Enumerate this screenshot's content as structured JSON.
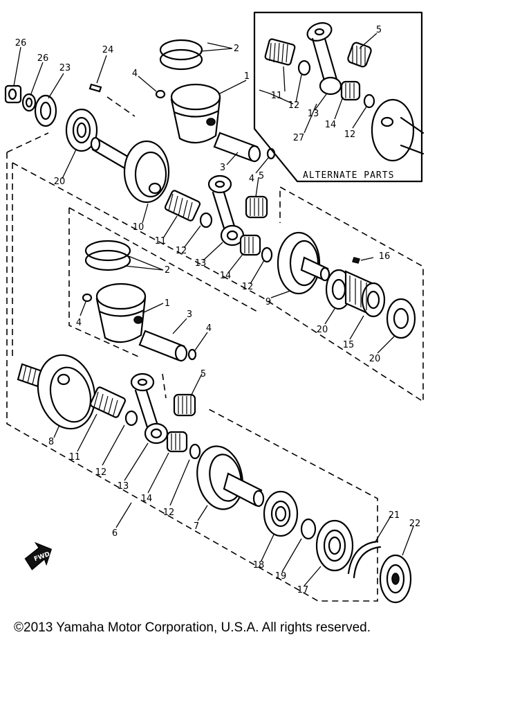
{
  "alternate_parts_label": "ALTERNATE PARTS",
  "fwd_label": "FWD",
  "copyright": "©2013 Yamaha Motor Corporation, U.S.A. All rights reserved.",
  "callouts": {
    "c26": "26",
    "c26b": "26",
    "c23": "23",
    "c24": "24",
    "c2a": "2",
    "c1a": "1",
    "c4a": "4",
    "c3a": "3",
    "c4b": "4",
    "c5a": "5",
    "c20a": "20",
    "c10": "10",
    "c11a": "11",
    "c12a": "12",
    "c13a": "13",
    "c14a": "14",
    "c12b": "12",
    "c9": "9",
    "c16": "16",
    "c20b": "20",
    "c15": "15",
    "c20c": "20",
    "c2b": "2",
    "c1b": "1",
    "c4c": "4",
    "c3b": "3",
    "c4d": "4",
    "c5b": "5",
    "c8": "8",
    "c11b": "11",
    "c12c": "12",
    "c13b": "13",
    "c14b": "14",
    "c12d": "12",
    "c7": "7",
    "c6": "6",
    "c18": "18",
    "c19": "19",
    "c17": "17",
    "c21": "21",
    "c22": "22",
    "alt5": "5",
    "alt11": "11",
    "alt12a": "12",
    "alt13": "13",
    "alt27": "27",
    "alt14": "14",
    "alt12b": "12"
  }
}
